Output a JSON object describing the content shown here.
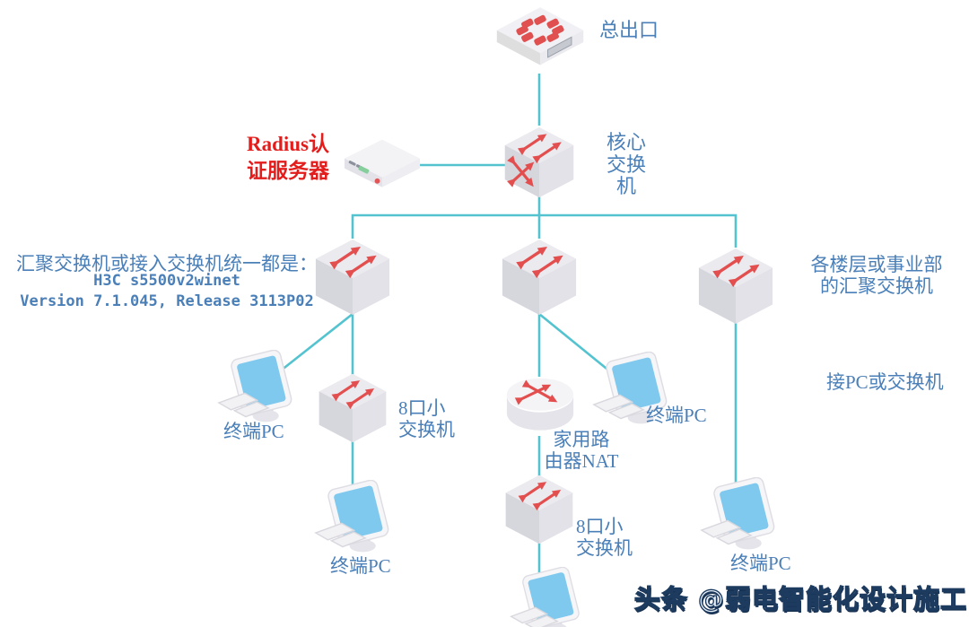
{
  "colors": {
    "link": "#54c3d0",
    "label_blue": "#4a7fb8",
    "arrow_red": "#e34f4f",
    "radius_text_red": "#e31c1c"
  },
  "nodes": {
    "main_exit": {
      "type": "firewall",
      "label": "总出口"
    },
    "radius_server": {
      "type": "server",
      "label": "Radius认\n证服务器"
    },
    "core_switch": {
      "type": "l3-switch",
      "label": "核心\n交换\n机"
    },
    "agg_switch_left": {
      "type": "switch",
      "label": ""
    },
    "agg_switch_center": {
      "type": "switch",
      "label": ""
    },
    "agg_switch_right": {
      "type": "switch",
      "label": ""
    },
    "small_switch_left": {
      "type": "switch",
      "label": "8口小\n交换机"
    },
    "small_switch_mid": {
      "type": "switch",
      "label": "8口小\n交换机"
    },
    "home_router": {
      "type": "router",
      "label": "家用路\n由器NAT"
    },
    "pc_left": {
      "type": "pc",
      "label": "终端PC"
    },
    "pc_left_bottom": {
      "type": "pc",
      "label": "终端PC"
    },
    "pc_mid": {
      "type": "pc",
      "label": "终端PC"
    },
    "pc_mid_bottom": {
      "type": "pc",
      "label": ""
    },
    "pc_right": {
      "type": "pc",
      "label": "终端PC"
    }
  },
  "annotations": {
    "agg_note_line1": "汇聚交换机或接入交换机统一都是：",
    "agg_note_line2": "H3C s5500v2winet",
    "agg_note_line3": "Version 7.1.045, Release 3113P02",
    "right_note_top": "各楼层或事业部\n的汇聚交换机",
    "right_note_bottom": "接PC或交换机"
  },
  "watermark": {
    "text": "头条 @弱电智能化设计施工"
  },
  "edges": [
    {
      "from": "main_exit",
      "to": "core_switch"
    },
    {
      "from": "radius_server",
      "to": "core_switch"
    },
    {
      "from": "core_switch",
      "to": "agg_switch_left"
    },
    {
      "from": "core_switch",
      "to": "agg_switch_center"
    },
    {
      "from": "core_switch",
      "to": "agg_switch_right"
    },
    {
      "from": "agg_switch_left",
      "to": "pc_left"
    },
    {
      "from": "agg_switch_left",
      "to": "small_switch_left"
    },
    {
      "from": "small_switch_left",
      "to": "pc_left_bottom"
    },
    {
      "from": "agg_switch_center",
      "to": "home_router"
    },
    {
      "from": "agg_switch_center",
      "to": "pc_mid"
    },
    {
      "from": "home_router",
      "to": "small_switch_mid"
    },
    {
      "from": "small_switch_mid",
      "to": "pc_mid_bottom"
    },
    {
      "from": "agg_switch_right",
      "to": "pc_right"
    }
  ]
}
